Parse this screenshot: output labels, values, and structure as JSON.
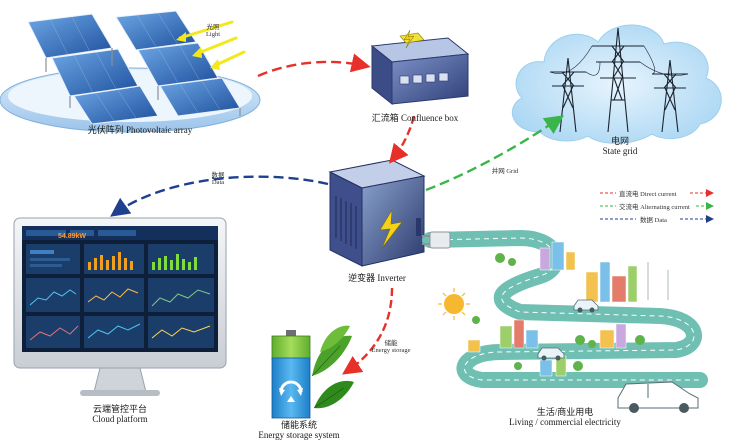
{
  "components": {
    "pv_array": {
      "label_cn": "光伏阵列",
      "label_en": "Photovoltaic array",
      "light_cn": "光照",
      "light_en": "Light"
    },
    "confluence_box": {
      "label": "汇流箱 Confluence box"
    },
    "state_grid": {
      "label_cn": "电网",
      "label_en": "State grid"
    },
    "inverter": {
      "label": "逆变器 Inverter"
    },
    "cloud_platform": {
      "label_cn": "云端管控平台",
      "label_en": "Cloud platform",
      "screen_readout": "54.89kW"
    },
    "energy_storage": {
      "label_cn": "储能系统",
      "label_en": "Energy storage system"
    },
    "living": {
      "label_cn": "生活/商业用电",
      "label_en": "Living / commercial electricity"
    }
  },
  "links": {
    "data": {
      "cn": "数据",
      "en": "Data"
    },
    "grid_connection": {
      "text": "并网 Grid"
    },
    "storage": {
      "cn": "储能",
      "en": "Energy storage"
    }
  },
  "legend": [
    {
      "text": "直流电 Direct current",
      "color": "#e8302a"
    },
    {
      "text": "交流电 Alternating current",
      "color": "#3ab54a"
    },
    {
      "text": "数据 Data",
      "color": "#1f3f8f"
    }
  ],
  "colors": {
    "dc": "#e8302a",
    "ac": "#3ab54a",
    "data": "#1f3f8f",
    "light": "#f2e81a",
    "cloud": "#c8e6f8",
    "road": "#6fbfb3"
  }
}
